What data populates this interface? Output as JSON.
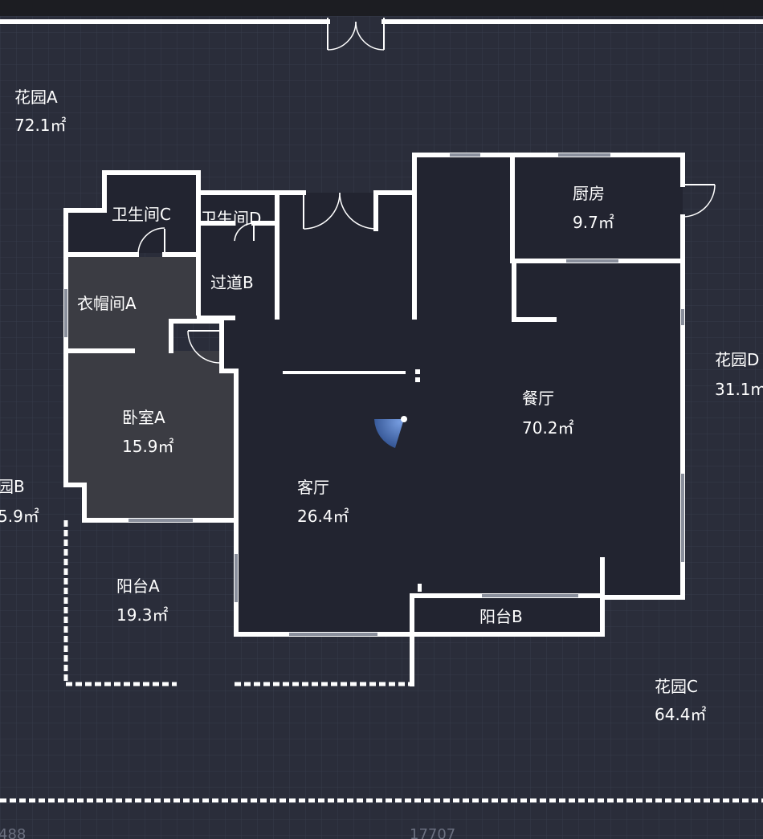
{
  "colors": {
    "background": "#2a2d3a",
    "grid": "#363b4b",
    "interior": "#222430",
    "bedroom_floor": "#3b3c43",
    "wall": "#ffffff",
    "compass": "#4a78c8"
  },
  "rooms": {
    "garden_a": {
      "name": "花园A",
      "area": "72.1㎡"
    },
    "garden_b": {
      "name": "园B",
      "area": "5.9㎡"
    },
    "garden_c": {
      "name": "花园C",
      "area": "64.4㎡"
    },
    "garden_d": {
      "name": "花园D",
      "area": "31.1m"
    },
    "bathroom_c": {
      "name": "卫生间C"
    },
    "bathroom_d": {
      "name": "卫生间D"
    },
    "hallway_b": {
      "name": "过道B"
    },
    "closet_a": {
      "name": "衣帽间A"
    },
    "bedroom_a": {
      "name": "卧室A",
      "area": "15.9㎡"
    },
    "living_room": {
      "name": "客厅",
      "area": "26.4㎡"
    },
    "dining_room": {
      "name": "餐厅",
      "area": "70.2㎡"
    },
    "kitchen": {
      "name": "厨房",
      "area": "9.7㎡"
    },
    "balcony_a": {
      "name": "阳台A",
      "area": "19.3㎡"
    },
    "balcony_b": {
      "name": "阳台B"
    }
  },
  "dimensions": {
    "left": "488",
    "center": "17707"
  },
  "icons": {
    "compass": "view-direction-icon"
  }
}
